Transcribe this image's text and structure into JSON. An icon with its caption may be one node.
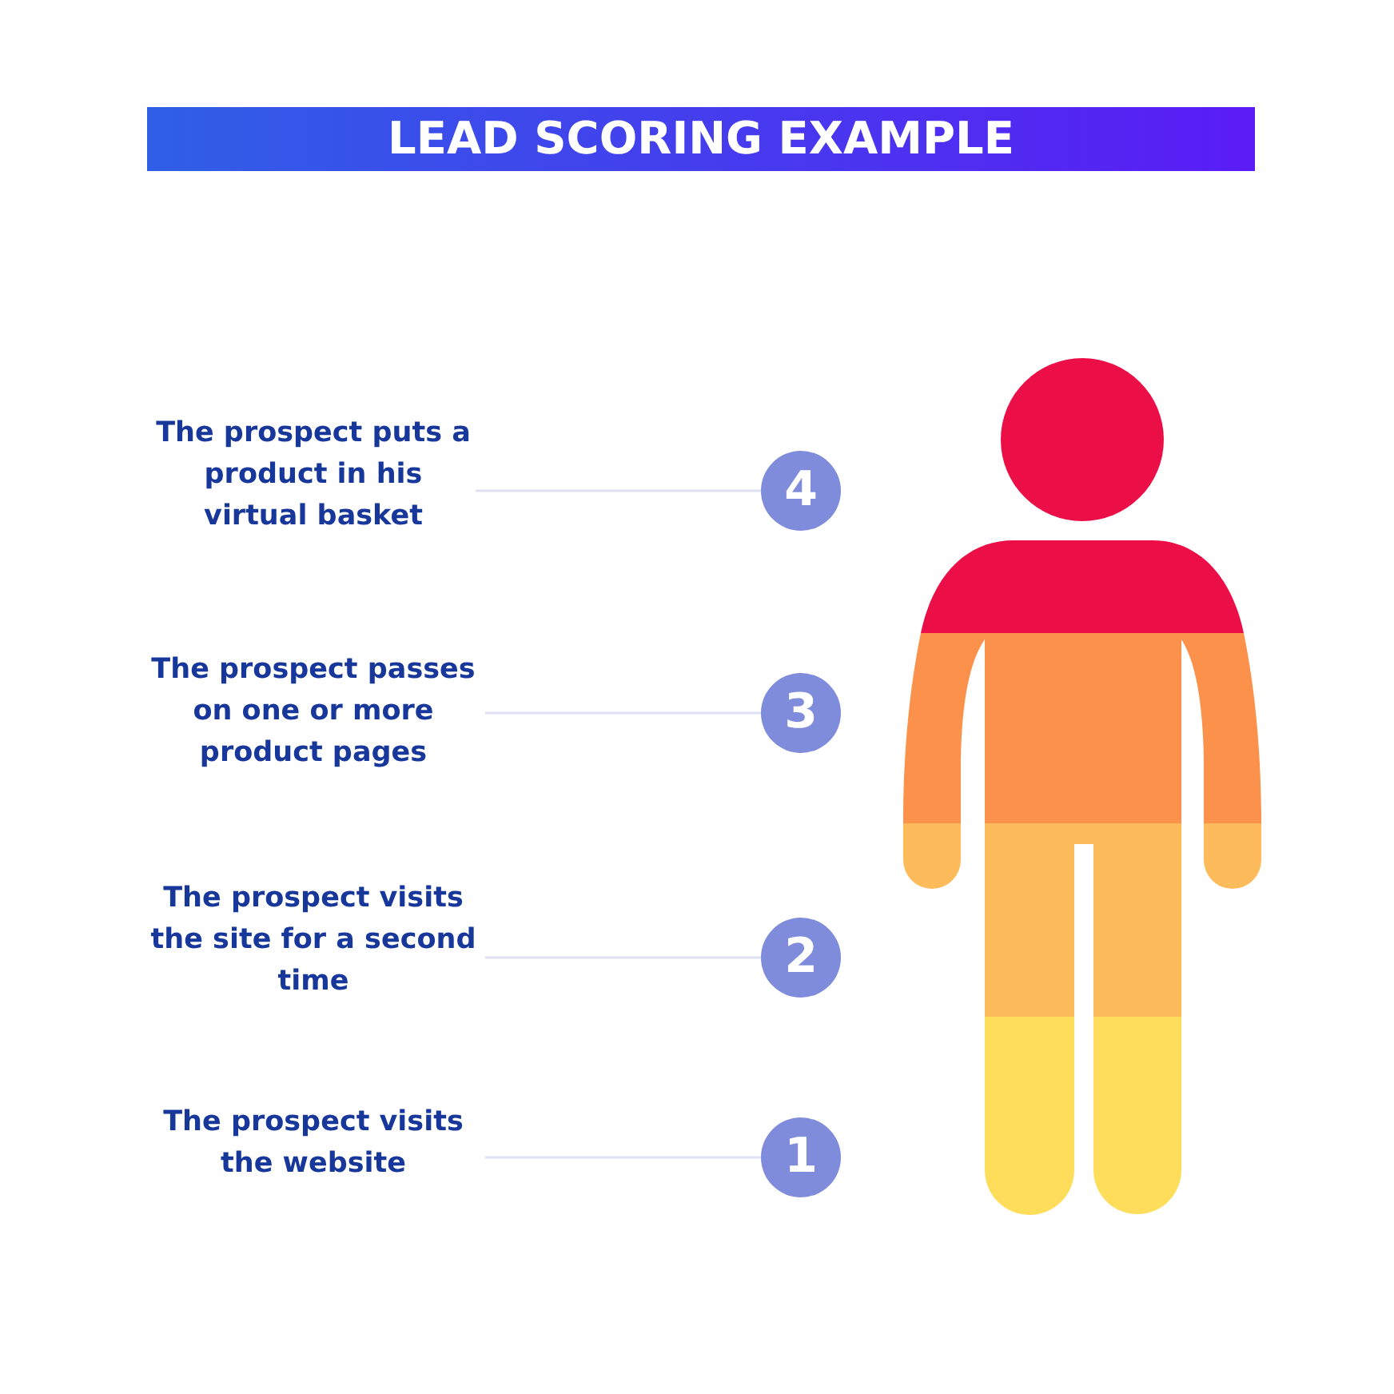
{
  "diagram": {
    "title": "LEAD SCORING EXAMPLE",
    "nodes": [
      {
        "text": [
          "The prospect puts a product in his virtual basket"
        ]
      },
      {
        "text": [
          "4"
        ]
      },
      {
        "text": [
          "The prospect passes on one or more product pages"
        ]
      },
      {
        "text": [
          "3"
        ]
      },
      {
        "text": [
          "The prospect visits the site for a second time"
        ]
      },
      {
        "text": [
          "2"
        ]
      },
      {
        "text": [
          "The prospect visits the website"
        ]
      },
      {
        "text": [
          "1"
        ]
      }
    ],
    "edges": [
      {
        "from": 0,
        "to": 1,
        "arrow": "none"
      },
      {
        "from": 2,
        "to": 3,
        "arrow": "none"
      },
      {
        "from": 4,
        "to": 5,
        "arrow": "none"
      },
      {
        "from": 6,
        "to": 7,
        "arrow": "none"
      }
    ]
  }
}
